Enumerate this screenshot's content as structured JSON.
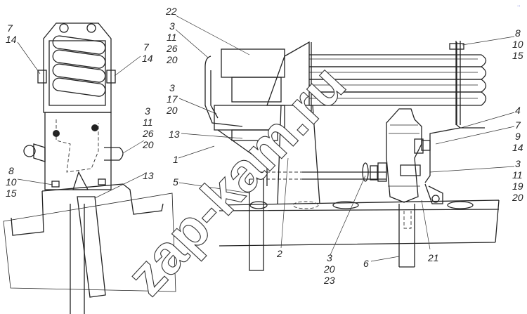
{
  "watermark": "zap-kam.ru",
  "corner_mark": "..",
  "callouts": {
    "left_top_left": [
      "7",
      "14"
    ],
    "left_top_right": [
      "7",
      "14"
    ],
    "left_side_right": [
      "3",
      "11",
      "26",
      "20"
    ],
    "left_bottom_left": [
      "8",
      "10",
      "15"
    ],
    "left_bottom_right": [
      "13"
    ],
    "main_22": [
      "22"
    ],
    "main_top_left": [
      "3",
      "11",
      "26",
      "20"
    ],
    "main_mid_left": [
      "3",
      "17",
      "20"
    ],
    "main_13": [
      "13"
    ],
    "main_1": [
      "1"
    ],
    "main_5": [
      "5"
    ],
    "main_2": [
      "2"
    ],
    "main_bottom_mid": [
      "3",
      "20",
      "23"
    ],
    "main_6": [
      "6"
    ],
    "main_21": [
      "21"
    ],
    "main_top_right": [
      "8",
      "10",
      "15"
    ],
    "main_4": [
      "4"
    ],
    "main_right_mid": [
      "7",
      "9",
      "14"
    ],
    "main_right_low": [
      "3",
      "11",
      "19",
      "20"
    ]
  }
}
